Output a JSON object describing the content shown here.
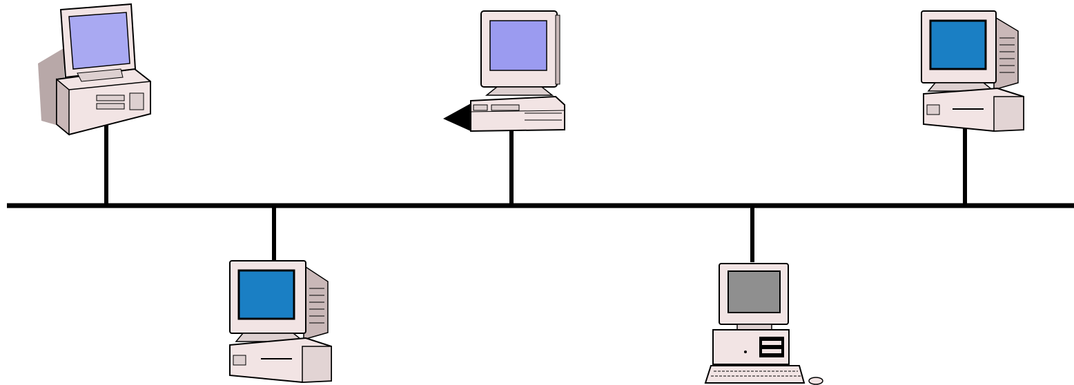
{
  "diagram": {
    "topology": "bus",
    "colors": {
      "background": "#ffffff",
      "bus_cable": "#000000",
      "case_fill": "#f2e4e4",
      "case_shadow": "#b8a8a8",
      "outline": "#000000",
      "screen_lavender": "#a9a9f2",
      "screen_violet": "#9b9bf0",
      "screen_blue": "#1a7fc4",
      "screen_gray": "#8f8f8f"
    },
    "nodes": [
      {
        "id": "workstation-1",
        "style": "desktop-tower",
        "screen": "screen_lavender",
        "side": "top"
      },
      {
        "id": "workstation-2",
        "style": "flat-desktop",
        "screen": "screen_violet",
        "side": "top"
      },
      {
        "id": "workstation-3",
        "style": "monitor-on-desktop",
        "screen": "screen_blue",
        "side": "top"
      },
      {
        "id": "workstation-4",
        "style": "monitor-on-desktop",
        "screen": "screen_blue",
        "side": "bottom"
      },
      {
        "id": "workstation-5",
        "style": "pc-with-keyboard",
        "screen": "screen_gray",
        "side": "bottom"
      }
    ]
  }
}
